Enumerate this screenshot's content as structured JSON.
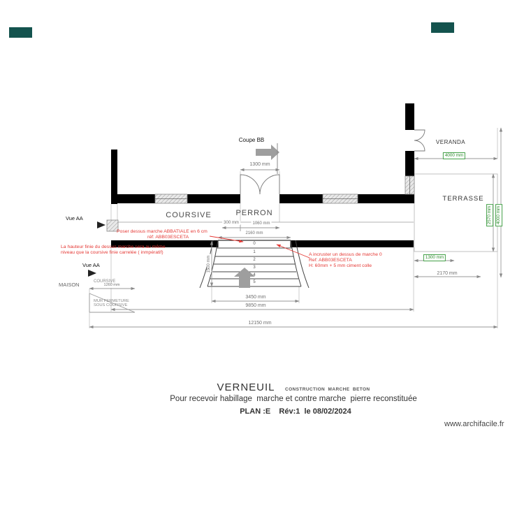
{
  "colors": {
    "corner_teal": "#14534e",
    "annotation_red": "#e53935",
    "dimension_green": "#2e8b2e",
    "dimension_gray": "#6f6f6f"
  },
  "labels": {
    "coupe_bb": "Coupe BB",
    "veranda": "VERANDA",
    "terrasse": "TERRASSE",
    "coursive": "COURSIVE",
    "perron": "PERRON",
    "vue_aa_top": "Vue AA",
    "vue_aa_bottom": "Vue AA",
    "maison": "MAISON",
    "coursive_small": "COURSIVE",
    "mur_fermeture_line1": "MUR FERMETURE",
    "mur_fermeture_line2": "SOUS COURSIVE"
  },
  "red_notes": {
    "poser_line1": "Poser dessus marche ABBATIALE en 6 cm",
    "poser_line2": "réf: ABB03ESCETA",
    "hauteur": "La hauteur finie du dessus marche sera au même niveau que la coursive finie carrelée ( inmpératif)",
    "incruster_line1": "A incruster un dessus de marche 0",
    "incruster_line2": "Ref: ABB03ESCETA",
    "incruster_line3": "H:  60mm + 5 mm ciment colle"
  },
  "steps": [
    "0",
    "1",
    "2",
    "3",
    "4",
    "5"
  ],
  "dims": {
    "perron_opening": "1300 mm",
    "veranda_width": "4000 mm",
    "coursive_depth": "300 mm",
    "perron_width": "1060 mm",
    "stair_top_width": "2160 mm",
    "stair_total_width": "3450 mm",
    "coursive_length": "9850 mm",
    "total_length": "12150 mm",
    "terrasse_dim_a": "1300 mm",
    "terrasse_dim_b": "2170 mm",
    "terrasse_height": "2570 mm",
    "right_total_height": "4000 mm",
    "stair_depth": "1500 mm",
    "maison_width": "1260 mm"
  },
  "title_block": {
    "project": "VERNEUIL",
    "category": "CONSTRUCTION  MARCHE  BETON",
    "description": "Pour recevoir habillage  marche et contre marche  pierre reconstituée",
    "plan_info": "PLAN :E    Rév:1  le 08/02/2024",
    "website": "www.archifacile.fr"
  }
}
